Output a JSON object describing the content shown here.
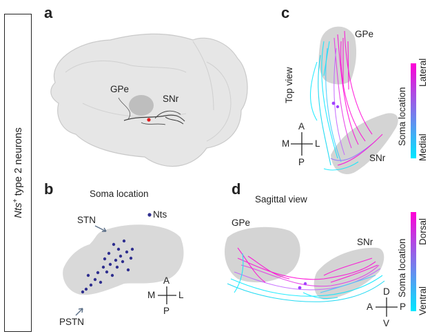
{
  "side": {
    "italic": "Nts",
    "sup": "+",
    "rest": " type 2 neurons"
  },
  "panels": {
    "a": "a",
    "b": "b",
    "c": "c",
    "d": "d"
  },
  "panel_a": {
    "gpe": "GPe",
    "snr": "SNr"
  },
  "panel_b": {
    "title": "Soma location",
    "legend": "Nts",
    "stn": "STN",
    "pstn": "PSTN",
    "compass": {
      "up": "A",
      "down": "P",
      "left": "M",
      "right": "L"
    }
  },
  "panel_c": {
    "gpe": "GPe",
    "snr": "SNr",
    "view": "Top view",
    "compass": {
      "up": "A",
      "down": "P",
      "left": "M",
      "right": "L"
    },
    "colorbar": {
      "title": "Soma location",
      "top": "Lateral",
      "bottom": "Medial",
      "top_color": "#ff00d6",
      "bottom_color": "#00e8ff"
    }
  },
  "panel_d": {
    "view": "Sagittal view",
    "gpe": "GPe",
    "snr": "SNr",
    "compass": {
      "up": "D",
      "down": "V",
      "left": "A",
      "right": "P"
    },
    "colorbar": {
      "title": "Soma location",
      "top": "Dorsal",
      "bottom": "Ventral",
      "top_color": "#ff00d6",
      "bottom_color": "#00e8ff"
    }
  },
  "colors": {
    "gray_region": "#d9d9d9",
    "soma_dot": "#2f2f8f",
    "magenta": "#ff00d6",
    "cyan": "#00e8ff"
  }
}
